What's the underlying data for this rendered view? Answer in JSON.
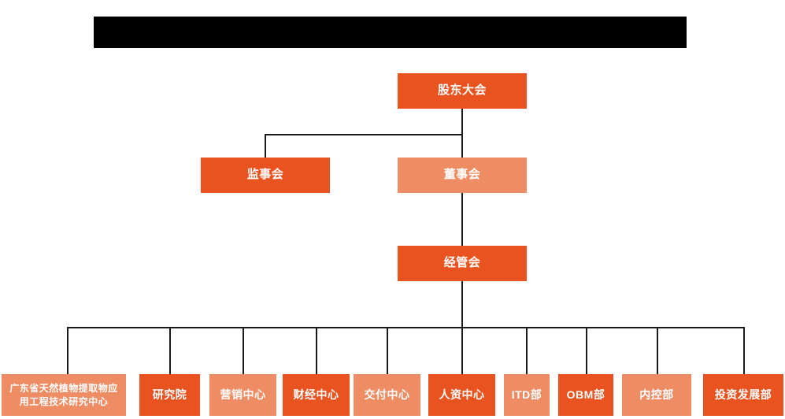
{
  "page": {
    "title": "组织架构图",
    "background_color": "#ffffff"
  },
  "header": {
    "redacted_bar_label": "",
    "redacted": true,
    "color": "#000000"
  },
  "colors": {
    "dark_orange": "#E8531F",
    "light_orange": "#EE8C64",
    "connector": "#1a1a1a",
    "text": "#ffffff"
  },
  "chart_data": {
    "type": "diagram",
    "subtype": "org-chart",
    "title": "",
    "levels": [
      {
        "level": 1,
        "nodes": [
          {
            "id": "shareholders",
            "label": "股东大会",
            "shade": "dark"
          }
        ]
      },
      {
        "level": 2,
        "nodes": [
          {
            "id": "supervisors",
            "label": "监事会",
            "shade": "dark"
          },
          {
            "id": "directors",
            "label": "董事会",
            "shade": "light"
          }
        ]
      },
      {
        "level": 3,
        "nodes": [
          {
            "id": "management",
            "label": "经管会",
            "shade": "dark"
          }
        ]
      }
    ],
    "departments": [
      {
        "id": "rd-center",
        "label": "广东省天然植物提取物应用工程技术研究中心",
        "label_lines": [
          "广东省天然植物提取物应",
          "用工程技术研究中心"
        ],
        "shade": "light"
      },
      {
        "id": "research-institute",
        "label": "研究院",
        "shade": "dark"
      },
      {
        "id": "marketing-center",
        "label": "营销中心",
        "shade": "light"
      },
      {
        "id": "finance-center",
        "label": "财经中心",
        "shade": "dark"
      },
      {
        "id": "delivery-center",
        "label": "交付中心",
        "shade": "light"
      },
      {
        "id": "hr-center",
        "label": "人资中心",
        "shade": "dark"
      },
      {
        "id": "itd-dept",
        "label": "ITD部",
        "shade": "light"
      },
      {
        "id": "obm-dept",
        "label": "OBM部",
        "shade": "dark"
      },
      {
        "id": "internal-control-dept",
        "label": "内控部",
        "shade": "light"
      },
      {
        "id": "investment-development-dept",
        "label": "投资发展部",
        "shade": "dark"
      }
    ],
    "edges": [
      {
        "from": "shareholders",
        "to": "supervisors"
      },
      {
        "from": "shareholders",
        "to": "directors"
      },
      {
        "from": "directors",
        "to": "management"
      },
      {
        "from": "management",
        "to": "rd-center"
      },
      {
        "from": "management",
        "to": "research-institute"
      },
      {
        "from": "management",
        "to": "marketing-center"
      },
      {
        "from": "management",
        "to": "finance-center"
      },
      {
        "from": "management",
        "to": "delivery-center"
      },
      {
        "from": "management",
        "to": "hr-center"
      },
      {
        "from": "management",
        "to": "itd-dept"
      },
      {
        "from": "management",
        "to": "obm-dept"
      },
      {
        "from": "management",
        "to": "internal-control-dept"
      },
      {
        "from": "management",
        "to": "investment-development-dept"
      }
    ]
  }
}
